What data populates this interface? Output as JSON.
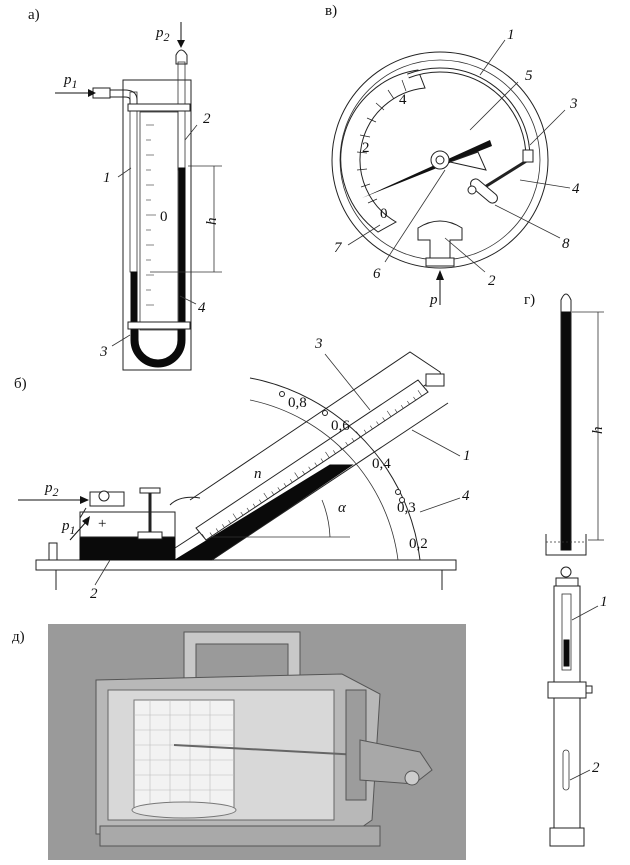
{
  "panels": {
    "a": {
      "tag": "а)",
      "p1": "p",
      "p1_sub": "1",
      "p2": "p",
      "p2_sub": "2",
      "h": "h",
      "zero": "0",
      "callouts": [
        "1",
        "2",
        "3",
        "4"
      ]
    },
    "v": {
      "tag": "в)",
      "scale": [
        "0",
        "2",
        "4"
      ],
      "p": "p",
      "callouts": [
        "1",
        "2",
        "3",
        "4",
        "5",
        "6",
        "7",
        "8"
      ]
    },
    "b": {
      "tag": "б)",
      "p1": "p",
      "p1_sub": "1",
      "p2": "p",
      "p2_sub": "2",
      "plus": "+",
      "minus": "–",
      "n": "n",
      "alpha": "α",
      "scale": [
        "0,8",
        "0,6",
        "0,4",
        "0,3",
        "0,2"
      ],
      "callouts": [
        "1",
        "2",
        "3",
        "4"
      ]
    },
    "g": {
      "tag": "г)",
      "h": "h",
      "callouts": [
        "1",
        "2"
      ]
    },
    "d": {
      "tag": "д)"
    }
  },
  "colors": {
    "ink": "#111111",
    "photo_background": "#9a9a9a"
  }
}
